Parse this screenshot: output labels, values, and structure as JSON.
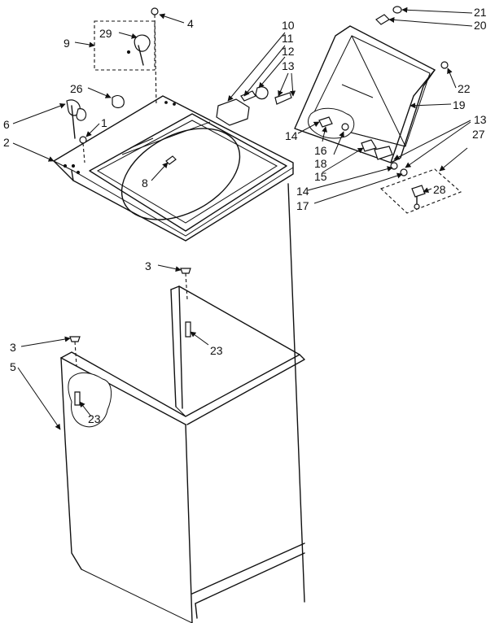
{
  "callouts": [
    {
      "id": "c1",
      "text": "1"
    },
    {
      "id": "c2",
      "text": "2"
    },
    {
      "id": "c3a",
      "text": "3"
    },
    {
      "id": "c3b",
      "text": "3"
    },
    {
      "id": "c4",
      "text": "4"
    },
    {
      "id": "c5",
      "text": "5"
    },
    {
      "id": "c6",
      "text": "6"
    },
    {
      "id": "c8",
      "text": "8"
    },
    {
      "id": "c9",
      "text": "9"
    },
    {
      "id": "c10",
      "text": "10"
    },
    {
      "id": "c11",
      "text": "11"
    },
    {
      "id": "c12",
      "text": "12"
    },
    {
      "id": "c13a",
      "text": "13"
    },
    {
      "id": "c13b",
      "text": "13"
    },
    {
      "id": "c14a",
      "text": "14"
    },
    {
      "id": "c14b",
      "text": "14"
    },
    {
      "id": "c15",
      "text": "15"
    },
    {
      "id": "c16",
      "text": "16"
    },
    {
      "id": "c17",
      "text": "17"
    },
    {
      "id": "c18",
      "text": "18"
    },
    {
      "id": "c19",
      "text": "19"
    },
    {
      "id": "c20",
      "text": "20"
    },
    {
      "id": "c21",
      "text": "21"
    },
    {
      "id": "c22",
      "text": "22"
    },
    {
      "id": "c23a",
      "text": "23"
    },
    {
      "id": "c23b",
      "text": "23"
    },
    {
      "id": "c26",
      "text": "26"
    },
    {
      "id": "c27",
      "text": "27"
    },
    {
      "id": "c28",
      "text": "28"
    },
    {
      "id": "c29",
      "text": "29"
    }
  ]
}
